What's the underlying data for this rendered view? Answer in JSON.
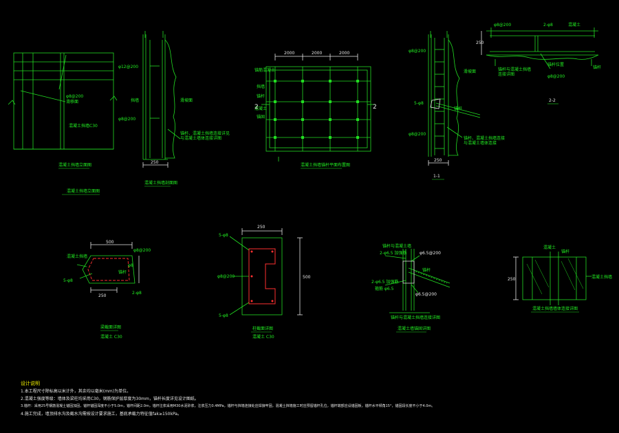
{
  "colors": {
    "line": "#22dd22",
    "text": "#22ee22",
    "dim": "#e8e8e8",
    "rebar": "#ff3030",
    "accent": "#f0f000",
    "bg": "#000000"
  },
  "view_front": {
    "a": "φ8@200",
    "b": "滑移面",
    "c": "混凝土挡墙C30",
    "title": "混凝土挡墙立面图",
    "subtitle": "混凝土挡墙立面图"
  },
  "view_section": {
    "a": "φ12@200",
    "b": "φ8@200",
    "c": "挡墙",
    "d": "滑坡面",
    "e": "锚杆、混凝土挡墙连接详见",
    "f": "与混凝土墙体连接详图",
    "dim": "250",
    "title": "混凝土挡墙剖面图"
  },
  "view_plan": {
    "dims": [
      "2000",
      "2000",
      "2000"
    ],
    "side_labels": [
      "锚筋混凝土",
      "挡墙",
      "锚杆",
      "混凝土",
      "锚固"
    ],
    "mark_left": "2",
    "mark_right": "2",
    "title": "混凝土挡墙锚杆平面布置图"
  },
  "view_11": {
    "a": "φ8@200",
    "b": "滑坡面",
    "c": "5-φ8",
    "d": "锚杆",
    "e": "φ8@200",
    "f": "锚杆、混凝土挡墙连接",
    "g": "与混凝土墙体连接",
    "dim": "250",
    "title": "1-1"
  },
  "view_22": {
    "a": "φ8@200",
    "b": "2-φ8",
    "c": "混凝土",
    "d": "锚杆位置",
    "e": "锚杆与混凝土挡墙",
    "f": "连接详图",
    "g": "φ8@200",
    "h": "锚杆",
    "dim_left": "250",
    "title": "2-2"
  },
  "detail_beam": {
    "top": "500",
    "a": "φ8@200",
    "b": "混凝土挡墙",
    "c": "5-φ8",
    "d": "锚杆",
    "e": "2-φ8",
    "f": "φ8",
    "dim_bottom": "250",
    "title": "梁截面详图",
    "subtitle": "混凝土 C30"
  },
  "detail_column": {
    "top": "250",
    "a": "5-φ8",
    "b": "φ8@200",
    "c": "5-φ8",
    "right": "500",
    "title": "柱截面详图",
    "subtitle": "混凝土 C30"
  },
  "detail_anchor": {
    "a": "锚杆与混凝土墙",
    "b": "2-φ6.5 加强筋",
    "c": "φ6.5@200",
    "d": "2-φ6.5 加强筋",
    "e": "锚杆",
    "f": "箍筋 φ6.5",
    "g": "φ6.5@200",
    "title": "锚杆与混凝土挡墙连接详图",
    "subtitle": "混凝土墙锚固详图"
  },
  "detail_wall": {
    "a": "混凝土",
    "b": "锚杆",
    "left": "250",
    "right": "混凝土挡墙",
    "title": "混凝土挡墙墙体连接详图"
  },
  "notes": {
    "title": "设计说明",
    "lines": [
      "1.本工程尺寸除标高以米计外，其余均以毫米(mm)为单位。",
      "2.混凝土强度等级：墙体及梁柱均采用C30，钢筋保护层厚度为30mm，锚杆长度详见设计图纸。",
      "3.锚杆：采用25号钢筋混凝土锚固加固，锚杆锚固深度不小于5.0m，锚杆间距2.0m，锚杆注浆采用M30水泥砂浆，注浆压力0.4MPa，锚杆与挡墙连接处应焊接牢固，混凝土挡墙施工时应预留锚杆孔位，锚杆端部应设锚固板，锚杆水平倾角15°，锚固段长度不小于4.0m。",
      "4.施工完成，墙顶排水沟及截水沟需按设计要求施工，基底承载力特征值fak≥150kPa。"
    ]
  }
}
